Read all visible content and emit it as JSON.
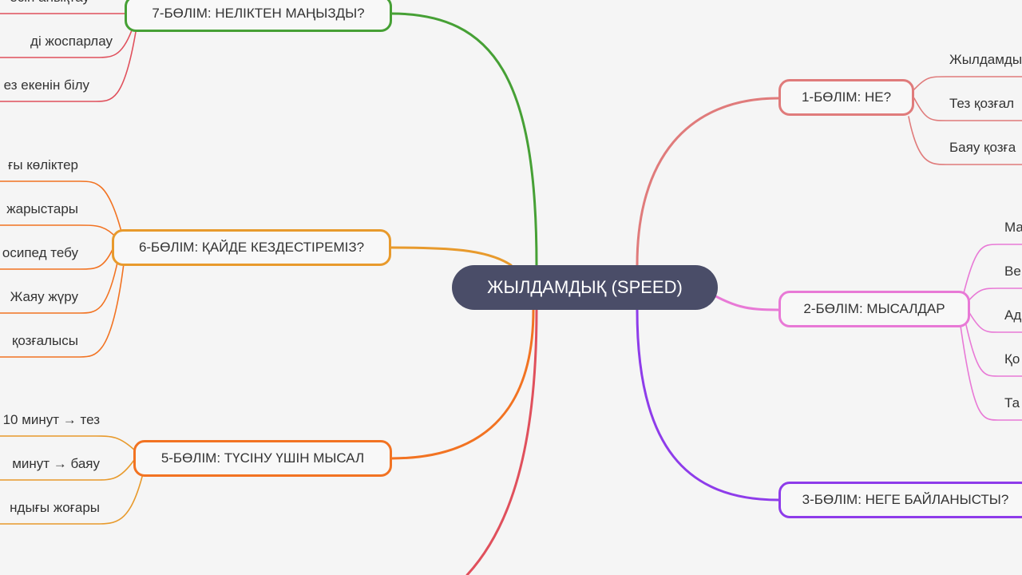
{
  "colors": {
    "background": "#f5f5f5",
    "central": "#4a4d68",
    "section1": "#e07b7b",
    "section2": "#e879d6",
    "section3": "#8e3cea",
    "section4": "#e0505c",
    "section5": "#f27322",
    "section6": "#e89a2c",
    "section7": "#46a035"
  },
  "central": {
    "label": "ЖЫЛДАМДЫҚ (SPEED)"
  },
  "branches": {
    "s1": {
      "label": "1-БӨЛІМ: НЕ?",
      "leaves": [
        "Жылдамды",
        "Тез қозғал",
        "Баяу қозға"
      ]
    },
    "s2": {
      "label": "2-БӨЛІМ: МЫСАЛДАР",
      "leaves": [
        "Ма",
        "Ве",
        "Ад",
        "Қо",
        "Та"
      ]
    },
    "s3": {
      "label": "3-БӨЛІМ: НЕГЕ БАЙЛАНЫСТЫ?",
      "leaves": []
    },
    "s5": {
      "label": "5-БӨЛІМ: ТҮСІНУ ҮШІН МЫСАЛ",
      "leaves": [
        "10 минут → тез",
        "минут → баяу",
        "ндығы жоғары"
      ]
    },
    "s6": {
      "label": "6-БӨЛІМ: ҚАЙДЕ КЕЗДЕСТІРЕМІЗ?",
      "leaves": [
        "ғы көліктер",
        "жарыстары",
        "осипед тебу",
        "Жаяу жүру",
        "қозғалысы"
      ]
    },
    "s7": {
      "label": "7-БӨЛІМ: НЕЛІКТЕН МАҢЫЗДЫ?",
      "leaves": [
        "есін анықтау",
        "ді жоспарлау",
        "ез екенін білу"
      ]
    }
  }
}
